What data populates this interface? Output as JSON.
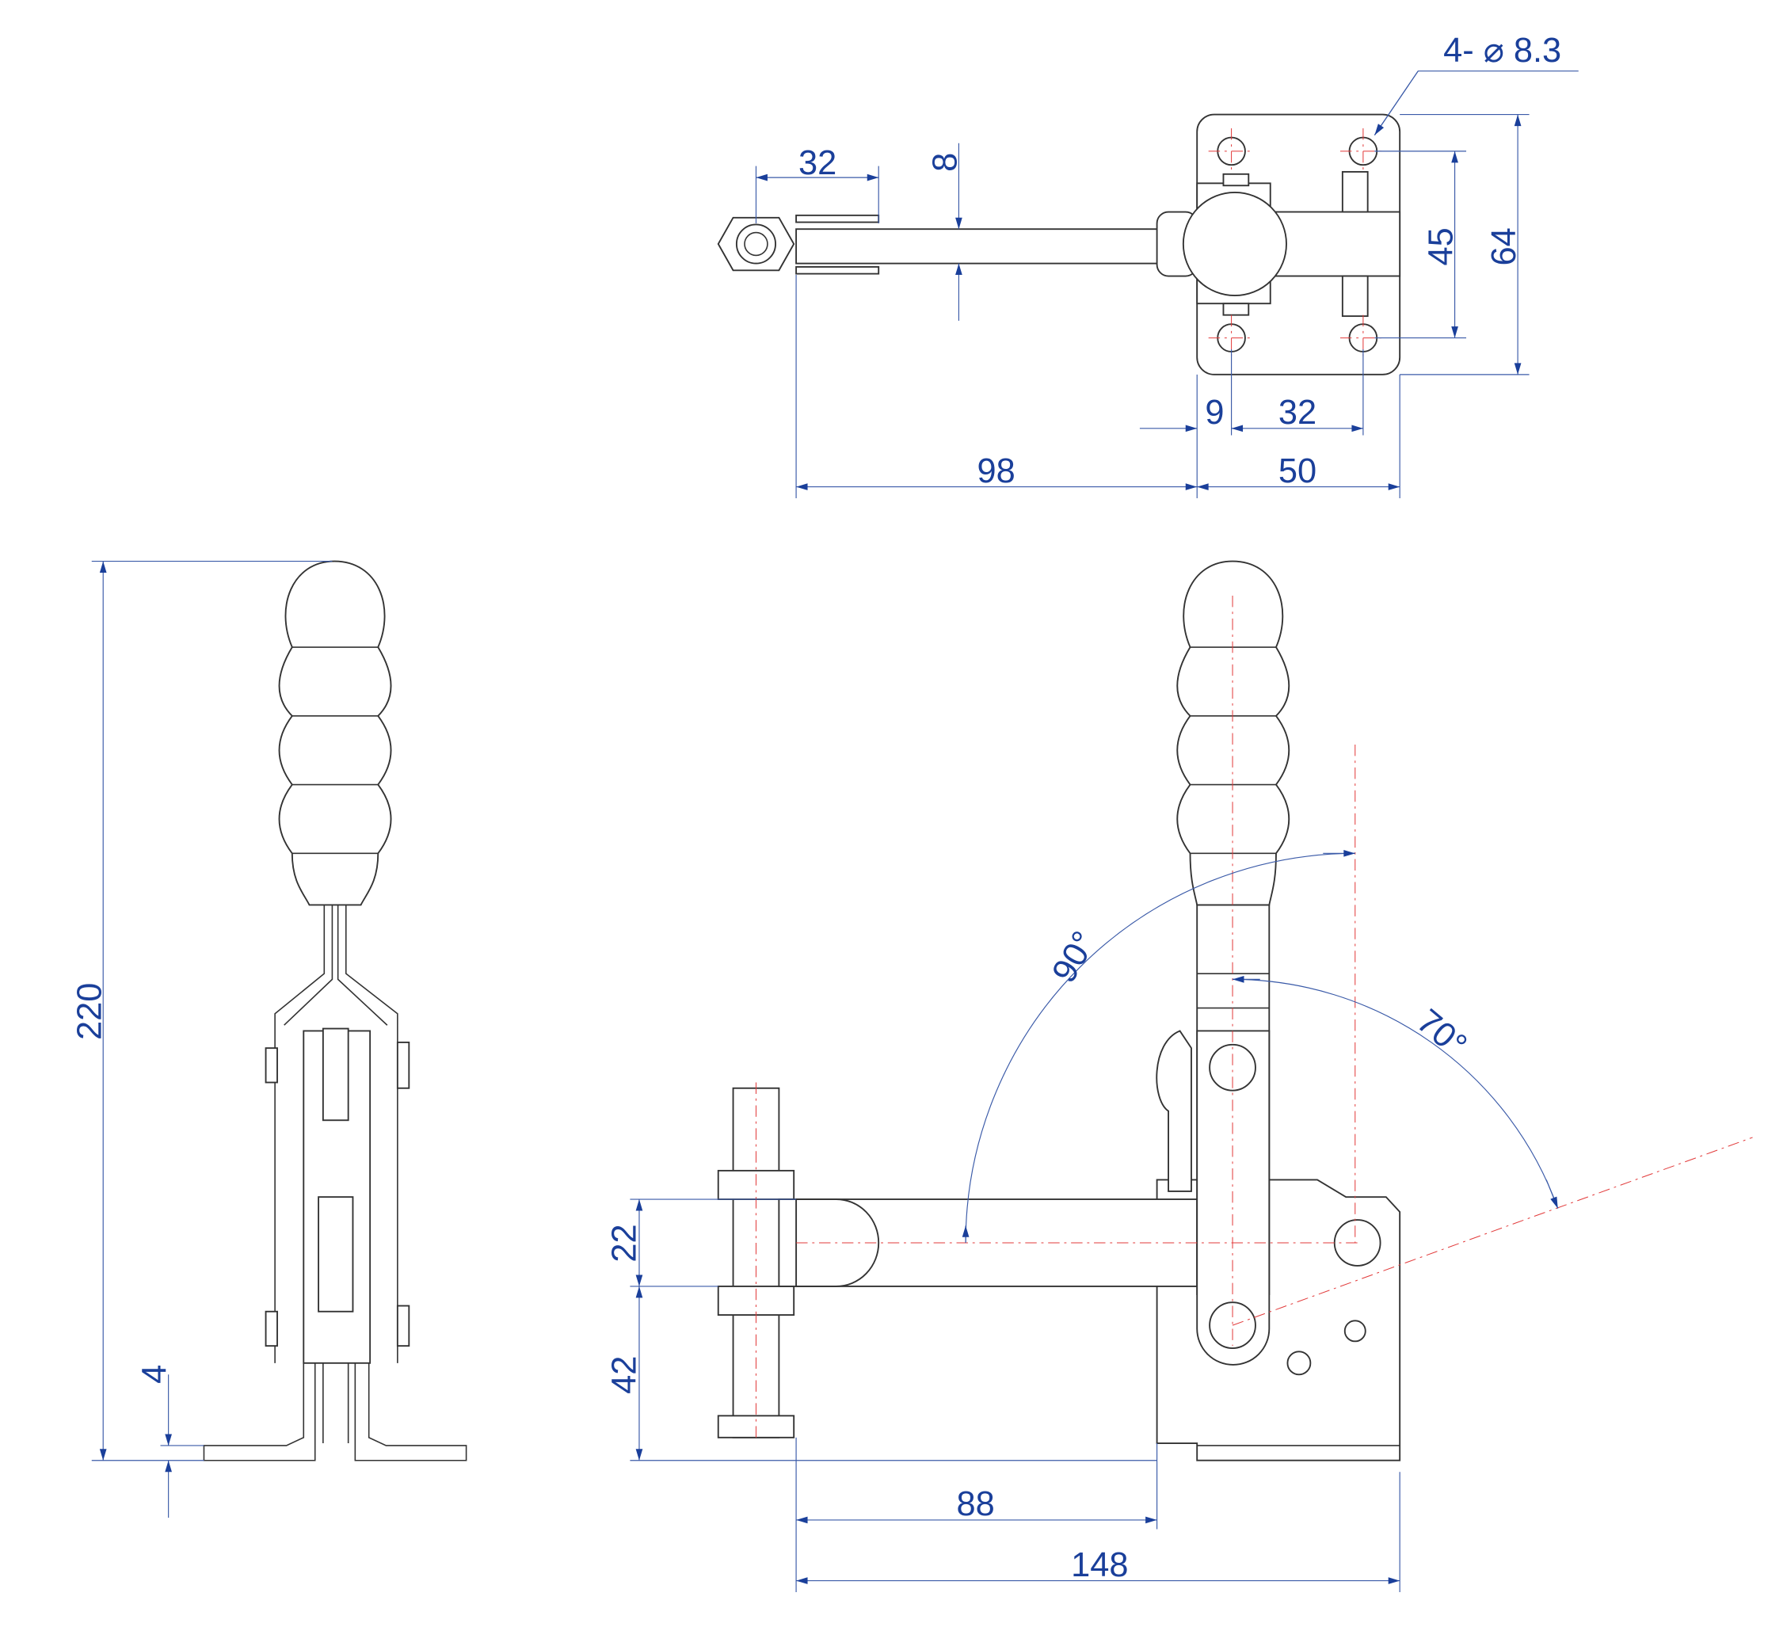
{
  "drawing": {
    "colors": {
      "dimension": "#1a3f9a",
      "outline": "#333333",
      "centerline": "#e23a3a"
    },
    "top_view": {
      "hole_callout": "4- ⌀ 8.3",
      "dims": {
        "arm_tip": "32",
        "arm_thickness": "8",
        "hole_pitch_y": "45",
        "plate_height": "64",
        "edge_offset": "9",
        "hole_pitch_x": "32",
        "reach": "98",
        "plate_width": "50"
      }
    },
    "front_view": {
      "dims": {
        "overall_height": "220",
        "base_thickness": "4"
      }
    },
    "side_view": {
      "dims": {
        "handle_angle": "90°",
        "arm_angle": "70°",
        "arm_height": "22",
        "spindle_height": "42",
        "spindle_offset": "88",
        "overall_length": "148"
      }
    }
  }
}
